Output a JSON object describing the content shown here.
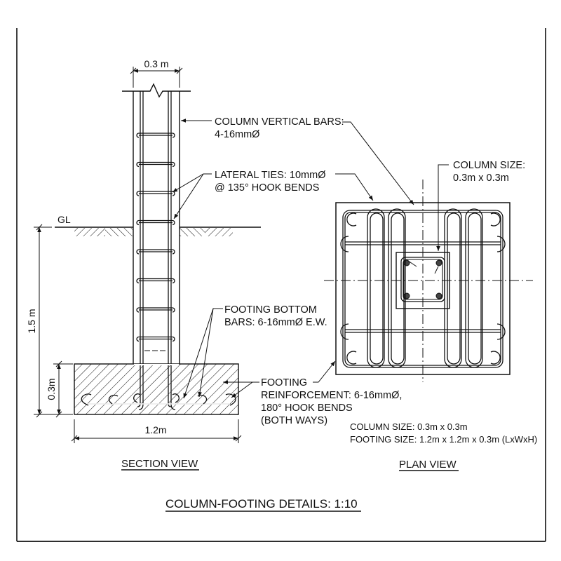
{
  "drawing": {
    "title": "COLUMN-FOOTING DETAILS: 1:10",
    "section_view": {
      "label": "SECTION VIEW",
      "dim_column_width": "0.3 m",
      "dim_depth": "1.5 m",
      "dim_footing_thickness": "0.3m",
      "dim_footing_width": "1.2m",
      "ground_level": "GL",
      "callouts": {
        "vertical_bars": [
          "COLUMN VERTICAL BARS:",
          "4-16mmØ"
        ],
        "lateral_ties": [
          "LATERAL TIES: 10mmØ",
          "@ 135° HOOK BENDS"
        ],
        "bottom_bars": [
          "FOOTING BOTTOM",
          "BARS: 6-16mmØ E.W."
        ],
        "footing_reinf": [
          "FOOTING",
          "REINFORCEMENT: 6-16mmØ,",
          "180° HOOK BENDS",
          "(BOTH WAYS)"
        ]
      }
    },
    "plan_view": {
      "label": "PLAN VIEW",
      "column_size_callout": [
        "COLUMN SIZE:",
        "0.3m x 0.3m"
      ],
      "notes": [
        "COLUMN SIZE: 0.3m x 0.3m",
        "FOOTING SIZE: 1.2m x 1.2m x 0.3m (LxWxH)"
      ]
    }
  },
  "colors": {
    "ink": "#111111",
    "paper": "#ffffff"
  }
}
